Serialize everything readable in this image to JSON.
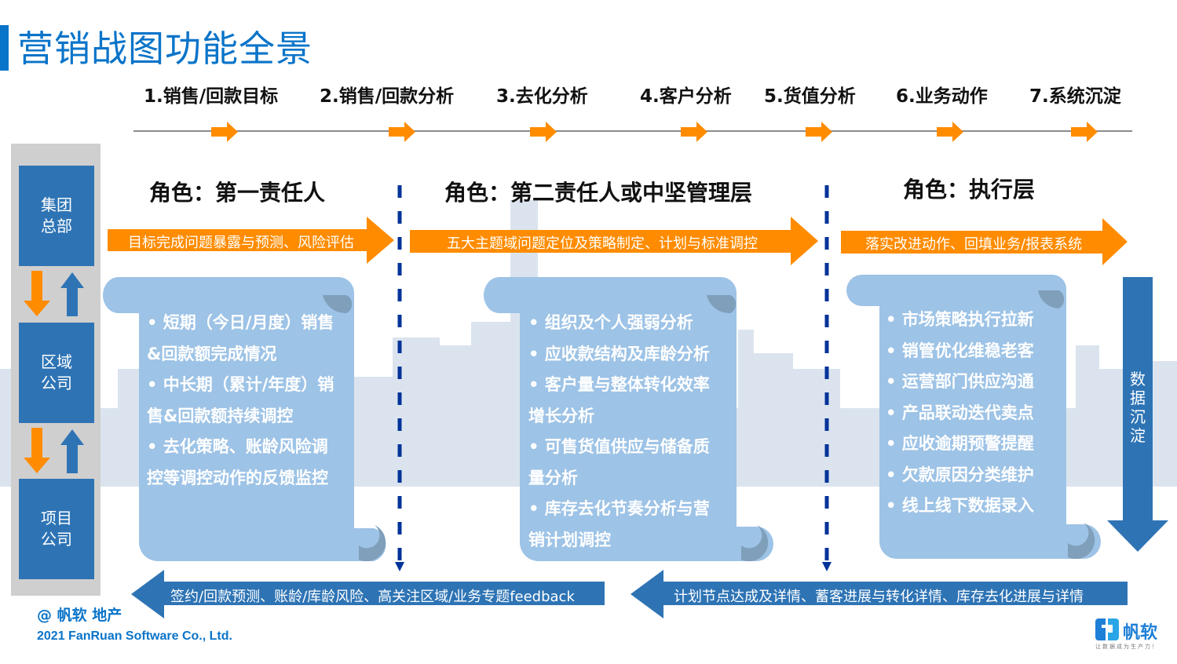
{
  "title": "营销战图功能全景",
  "colors": {
    "brand_blue": "#0a74c9",
    "orange": "#ff8c00",
    "box_blue": "#2e74b5",
    "scroll_blue": "#9dc3e6",
    "dash_blue": "#003399"
  },
  "steps": [
    {
      "label": "1.销售/回款目标"
    },
    {
      "label": "2.销售/回款分析"
    },
    {
      "label": "3.去化分析"
    },
    {
      "label": "4.客户分析"
    },
    {
      "label": "5.货值分析"
    },
    {
      "label": "6.业务动作"
    },
    {
      "label": "7.系统沉淀"
    }
  ],
  "hierarchy": [
    {
      "line1": "集团",
      "line2": "总部"
    },
    {
      "line1": "区域",
      "line2": "公司"
    },
    {
      "line1": "项目",
      "line2": "公司"
    }
  ],
  "roles": [
    {
      "title": "角色：第一责任人",
      "arrow_text": "目标完成问题暴露与预测、风险评估",
      "scroll_lines": [
        "• 短期（今日/月度）销售",
        "&回款额完成情况",
        "• 中长期（累计/年度）销",
        "售&回款额持续调控",
        "• 去化策略、账龄风险调",
        "控等调控动作的反馈监控"
      ]
    },
    {
      "title": "角色：第二责任人或中坚管理层",
      "arrow_text": "五大主题域问题定位及策略制定、计划与标准调控",
      "scroll_lines": [
        "• 组织及个人强弱分析",
        "• 应收款结构及库龄分析",
        "• 客户量与整体转化效率",
        "增长分析",
        "• 可售货值供应与储备质",
        "量分析",
        "• 库存去化节奏分析与营",
        "销计划调控"
      ]
    },
    {
      "title": "角色：执行层",
      "arrow_text": "落实改进动作、回填业务/报表系统",
      "scroll_lines": [
        "• 市场策略执行拉新",
        "• 销管优化维稳老客",
        "• 运营部门供应沟通",
        "• 产品联动迭代卖点",
        "• 应收逾期预警提醒",
        "• 欠款原因分类维护",
        "• 线上线下数据录入"
      ]
    }
  ],
  "data_sink_label": [
    "数",
    "据",
    "沉",
    "淀"
  ],
  "feedback": [
    {
      "text": "签约/回款预测、账龄/库龄风险、高关注区域/业务专题feedback"
    },
    {
      "text": "计划节点达成及详情、蓄客进展与转化详情、库存去化进展与详情"
    }
  ],
  "footer": {
    "line1": "@ 帆软 地产",
    "line2": "2021 FanRuan Software Co., Ltd."
  },
  "logo": {
    "name": "帆软",
    "tagline": "让数据成为生产力！"
  }
}
